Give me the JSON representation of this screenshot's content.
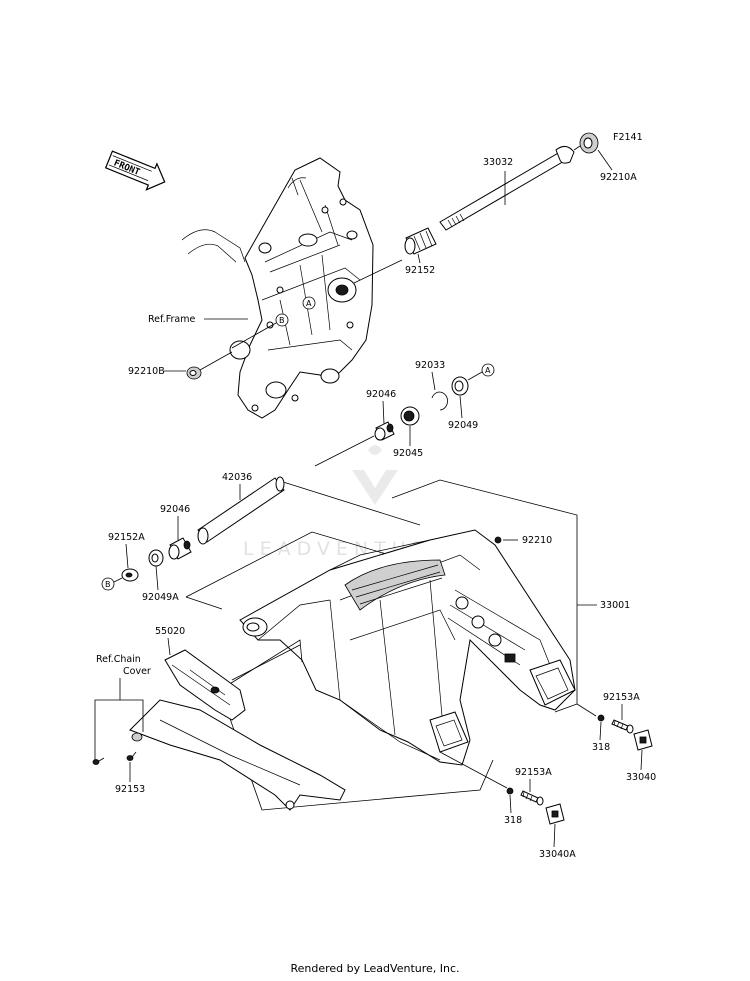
{
  "diagram_code": "F2141",
  "front_label": "FRONT",
  "watermark": "LEADVENTURE",
  "footer": "Rendered by LeadVenture, Inc.",
  "callouts": {
    "A": "A",
    "B": "B"
  },
  "parts": {
    "p33032": "33032",
    "p92210A": "92210A",
    "p92152": "92152",
    "refFrame": "Ref.Frame",
    "p92210B": "92210B",
    "p92033": "92033",
    "p92046_top": "92046",
    "p92049": "92049",
    "p92045": "92045",
    "p42036": "42036",
    "p92046_left": "92046",
    "p92152A": "92152A",
    "p92049A": "92049A",
    "p92210": "92210",
    "p33001": "33001",
    "p55020": "55020",
    "refChain1": "Ref.Chain",
    "refChain2": "Cover",
    "p92153A_r": "92153A",
    "p318_r": "318",
    "p33040": "33040",
    "p92153": "92153",
    "p92153A_b": "92153A",
    "p318_b": "318",
    "p33040A": "33040A"
  }
}
